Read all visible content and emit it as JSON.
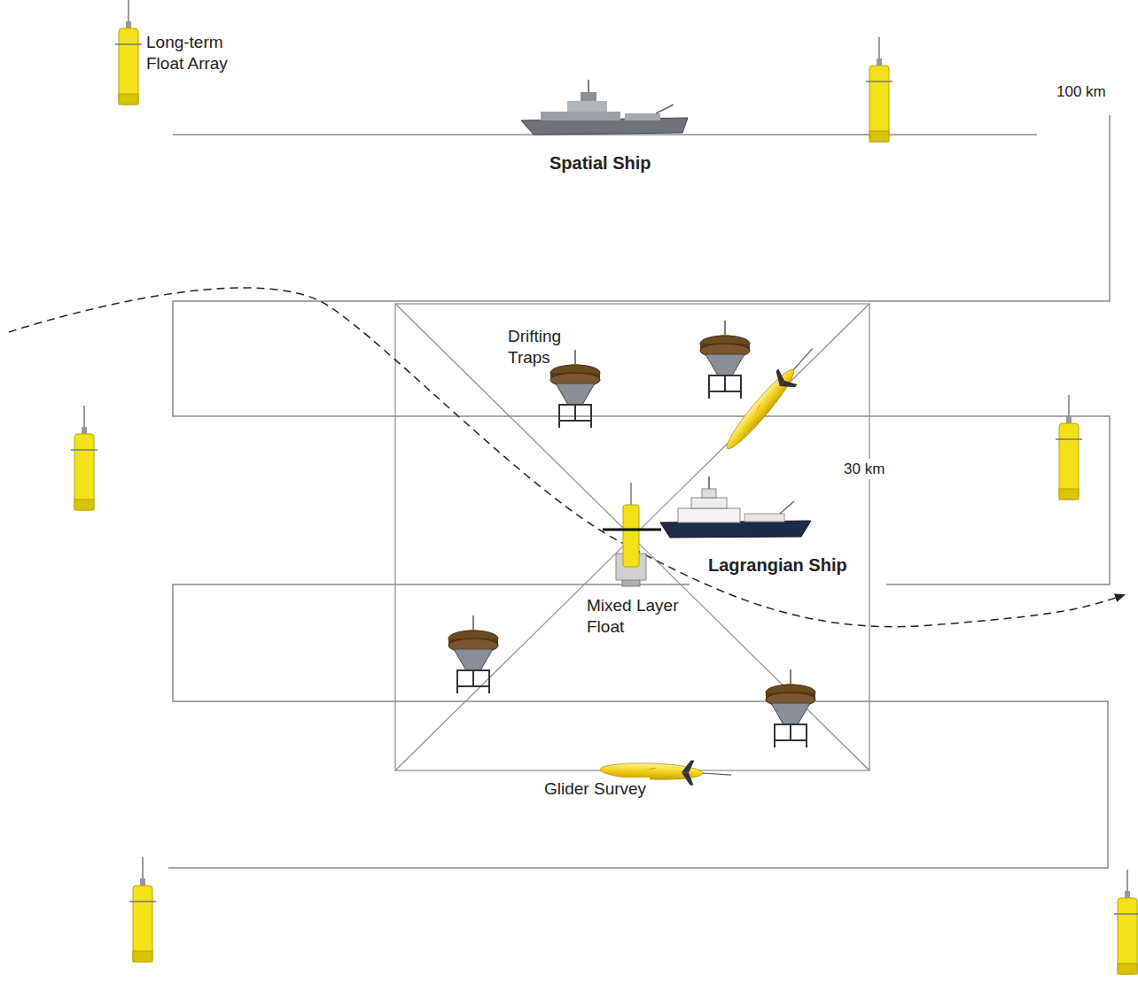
{
  "diagram": {
    "labels": [
      "Long-term Float Array",
      "100 km",
      "Spatial Ship",
      "Drifting Traps",
      "30 km",
      "Lagrangian Ship",
      "Mixed Layer Float",
      "Glider Survey"
    ]
  }
}
